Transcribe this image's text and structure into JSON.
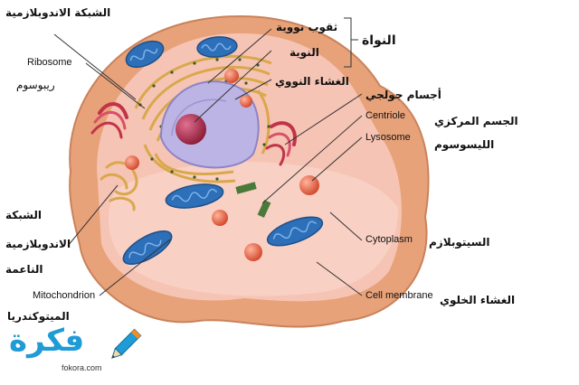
{
  "labels": {
    "er_rough_ar": "الشبكة الاندوبلازمية",
    "ribosome_en": "Ribosome",
    "ribosome_ar": "ريبوسوم",
    "nuclear_pores_ar": "ثقوب نووية",
    "nucleus_ar": "النواة",
    "nucleolus_ar": "النوية",
    "nuclear_envelope_ar": "الغشاء النووي",
    "golgi_ar": "أجسام جولجي",
    "centriole_en": "Centriole",
    "centriole_ar": "الجسم المركزي",
    "lysosome_en": "Lysosome",
    "lysosome_ar": "الليسوسوم",
    "smooth_er_ar_1": "الشبكة",
    "smooth_er_ar_2": "الاندوبلازمية",
    "smooth_er_ar_3": "الناعمة",
    "cytoplasm_en": "Cytoplasm",
    "cytoplasm_ar": "السيتوبلازم",
    "mitochondrion_en": "Mitochondrion",
    "mitochondria_ar": "الميتوكندريا",
    "cell_membrane_en": "Cell membrane",
    "cell_membrane_ar": "الغشاء الخلوي"
  },
  "logo": {
    "text": "فكرة",
    "url": "fokora.com"
  },
  "colors": {
    "membrane": "#e8a27a",
    "cytoplasm": "#f6c4b4",
    "inner_floor": "#f9d0c4",
    "mitochondria": "#2d6fb8",
    "lysosome": "#e05a3a",
    "er": "#d9a84c",
    "nucleus": "#bcb4e4",
    "nucleolus": "#a52a4a",
    "logo": "#1f9bd6"
  }
}
